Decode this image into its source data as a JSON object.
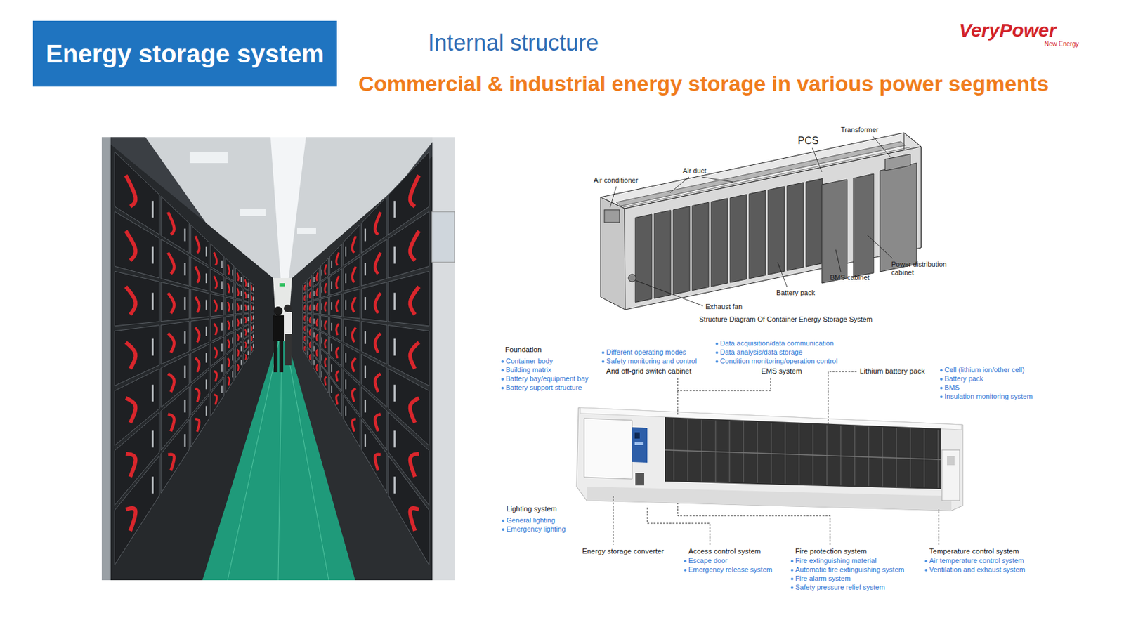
{
  "diagram": {
    "title": "Energy storage system",
    "labels": [
      "Internal structure",
      "Commercial & industrial energy storage in various power segments",
      "VeryPower",
      "New Energy",
      "Transformer",
      "PCS",
      "Air conditioner",
      "Air duct",
      "Power distribution cabinet",
      "BMS cabinet",
      "Battery pack",
      "Exhaust fan",
      "Structure Diagram Of Container Energy Storage System",
      "Foundation",
      "Container body",
      "Building matrix",
      "Battery bay/equipment bay",
      "Battery support structure",
      "Different operating modes",
      "Safety monitoring and control",
      "And off-grid switch cabinet",
      "Data acquisition/data communication",
      "Data analysis/data storage",
      "Condition monitoring/operation control",
      "EMS system",
      "Lithium battery pack",
      "Cell (lithium ion/other cell)",
      "Battery pack",
      "BMS",
      "Insulation monitoring system",
      "Lighting system",
      "General lighting",
      "Emergency lighting",
      "Energy storage converter",
      "Access control system",
      "Escape door",
      "Emergency release system",
      "Fire protection system",
      "Fire extinguishing material",
      "Automatic fire extinguishing system",
      "Fire alarm system",
      "Safety pressure relief system",
      "Temperature control system",
      "Air temperature control system",
      "Ventilation and exhaust system"
    ]
  }
}
